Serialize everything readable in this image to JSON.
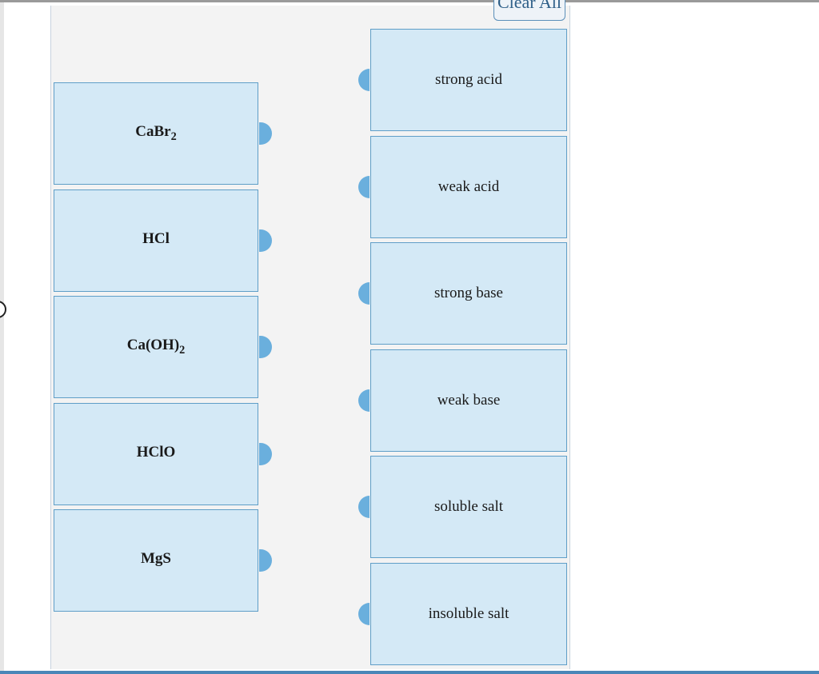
{
  "toolbar": {
    "clear_all_label": "Clear All"
  },
  "formulas": [
    {
      "base": "CaBr",
      "sub": "2"
    },
    {
      "base": "HCl",
      "sub": ""
    },
    {
      "base": "Ca(OH)",
      "sub": "2"
    },
    {
      "base": "HClO",
      "sub": ""
    },
    {
      "base": "MgS",
      "sub": ""
    }
  ],
  "categories": [
    "strong acid",
    "weak acid",
    "strong base",
    "weak base",
    "soluble salt",
    "insoluble salt"
  ],
  "colors": {
    "box_fill": "#d4e9f6",
    "box_border": "#5f9ec7",
    "connector": "#6aafdd",
    "panel": "#f3f3f3"
  }
}
